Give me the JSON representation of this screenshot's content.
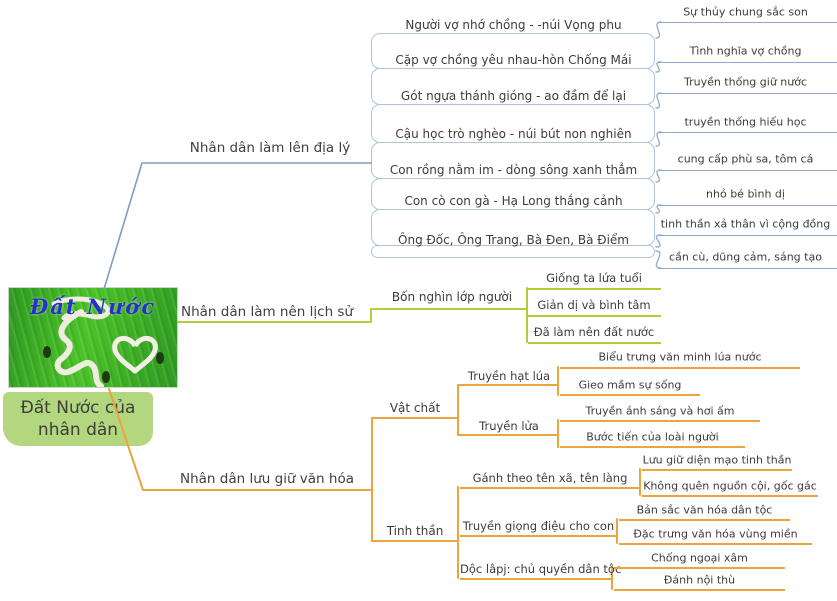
{
  "root": {
    "image_title": "Đất Nước",
    "caption": "Đất Nước của nhân dân"
  },
  "branches": [
    {
      "label": "Nhân dân làm lên địa lý",
      "children": [
        {
          "label": "Người vợ nhớ chồng - -núi Vọng phu",
          "children": [
            {
              "label": "Sự thủy chung sắc son"
            }
          ]
        },
        {
          "label": "Cặp vợ chồng yêu nhau-hòn Chống Mái",
          "children": [
            {
              "label": "Tình nghĩa vợ chồng"
            }
          ]
        },
        {
          "label": "Gót ngựa thánh gióng - ao đầm để lại",
          "children": [
            {
              "label": "Truyền thống giữ nước"
            }
          ]
        },
        {
          "label": "Cậu học trò nghèo - núi bút non nghiên",
          "children": [
            {
              "label": "truyền thống hiếu học"
            }
          ]
        },
        {
          "label": "Con rồng nằm im - dòng sông xanh thẳm",
          "children": [
            {
              "label": "cung cấp phù sa, tôm cá"
            }
          ]
        },
        {
          "label": "Con cò con gà - Hạ Long thắng cảnh",
          "children": [
            {
              "label": "nhỏ bé bình dị"
            }
          ]
        },
        {
          "label": "Ông Đốc, Ông Trang, Bà Đen, Bà Điểm",
          "children": [
            {
              "label": "tinh thần xả thân vì cộng đồng"
            },
            {
              "label": "cần cù, dũng cảm, sáng tạo"
            }
          ]
        }
      ]
    },
    {
      "label": "Nhân dân làm nên lịch sử",
      "children": [
        {
          "label": "Bốn nghìn lớp người",
          "children": [
            {
              "label": "Giống ta lứa tuổi"
            },
            {
              "label": "Giản dị và bình tâm"
            },
            {
              "label": "Đã làm nên đất nước"
            }
          ]
        }
      ]
    },
    {
      "label": "Nhân dân lưu giữ văn hóa",
      "children": [
        {
          "label": "Vật chất",
          "children": [
            {
              "label": "Truyền hạt lúa",
              "children": [
                {
                  "label": "Biểu trưng văn minh lúa nước"
                },
                {
                  "label": "Gieo mầm sự sống"
                }
              ]
            },
            {
              "label": "Truyền lửa",
              "children": [
                {
                  "label": "Truyền ánh sáng và hơi ấm"
                },
                {
                  "label": "Bước tiến của loài người"
                }
              ]
            }
          ]
        },
        {
          "label": "Tinh thần",
          "children": [
            {
              "label": "Gánh theo tên xã, tên làng",
              "children": [
                {
                  "label": "Lưu giữ diện mạo tinh thần"
                },
                {
                  "label": "Không quên nguồn cội, gốc gác"
                }
              ]
            },
            {
              "label": "Truyền giọng điệu cho con",
              "children": [
                {
                  "label": "Bản sắc văn hóa dân tộc"
                },
                {
                  "label": "Đặc trưng văn hóa vùng miền"
                }
              ]
            },
            {
              "label": "Dộc lâpj: chủ quyền dân tộc",
              "children": [
                {
                  "label": "Chống ngoại xâm"
                },
                {
                  "label": "Đánh nội thù"
                }
              ]
            }
          ]
        }
      ]
    }
  ],
  "colors": {
    "blue_line": "#7e9cc4",
    "blue_border": "#aec4de",
    "green_line": "#b2cc3a",
    "orange_line": "#eaa440",
    "text": "#3c3c3c",
    "caption_bg": "#b2d77e",
    "image_title_color": "#2432c8"
  }
}
